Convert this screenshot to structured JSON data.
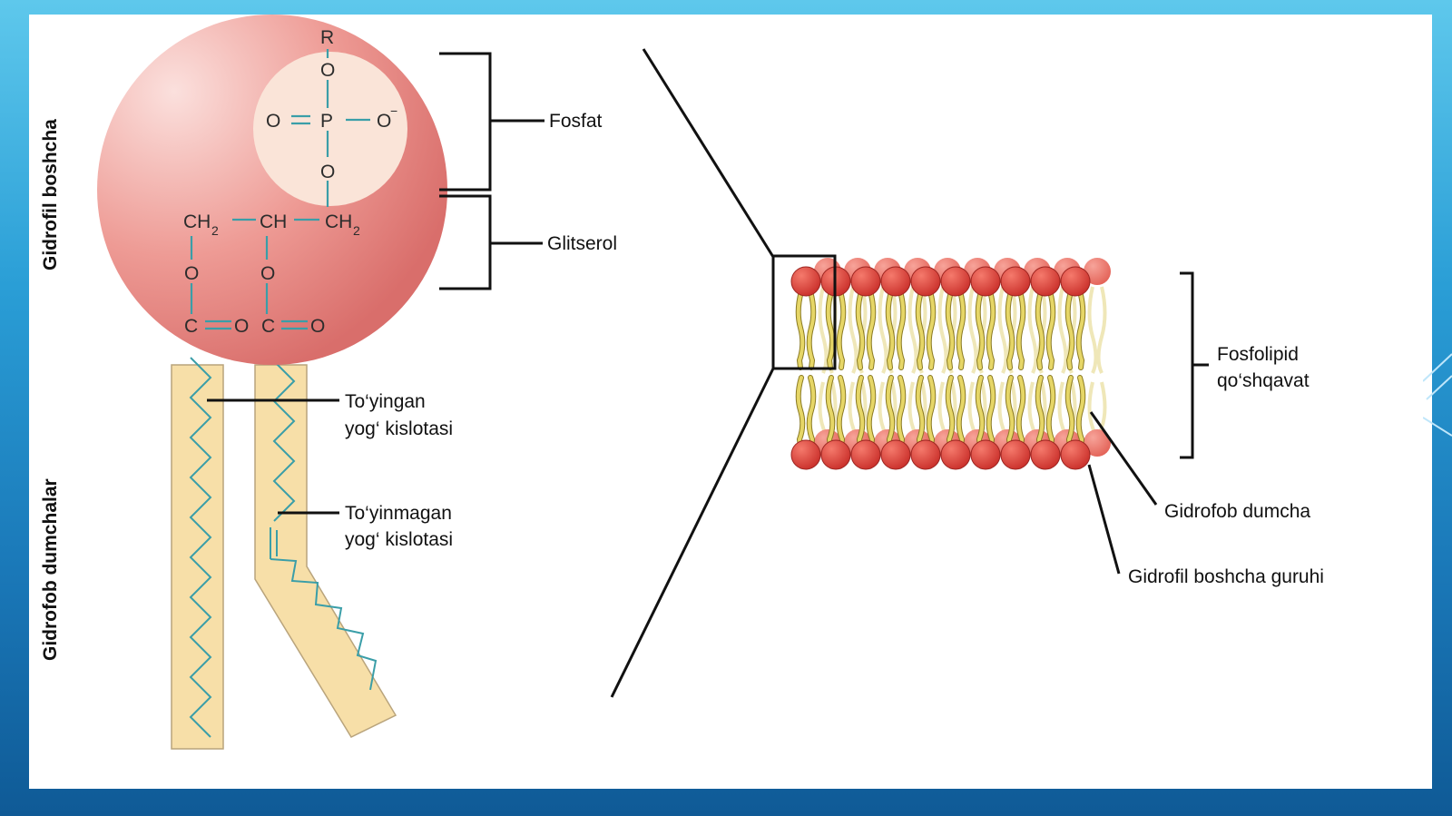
{
  "side_labels": {
    "hydrophilic_head": "Gidrofil boshcha",
    "hydrophobic_tails": "Gidrofob dumchalar"
  },
  "molecule": {
    "r": "R",
    "o_top": "O",
    "o_left": "O",
    "p": "P",
    "o_right": "O",
    "minus": "−",
    "o_bottom": "O",
    "ch2_left": "CH",
    "ch2_left_sub": "2",
    "ch": "CH",
    "ch2_right": "CH",
    "ch2_right_sub": "2",
    "o_ester_1": "O",
    "o_ester_2": "O",
    "c1": "C",
    "o_carbonyl_1": "O",
    "c2": "C",
    "o_carbonyl_2": "O"
  },
  "labels": {
    "phosphate": "Fosfat",
    "glycerol": "Glitserol",
    "saturated_line1": "To‘yingan",
    "saturated_line2": "yog‘ kislotasi",
    "unsaturated_line1": "To‘yinmagan",
    "unsaturated_line2": "yog‘ kislotasi",
    "bilayer_line1": "Fosfolipid",
    "bilayer_line2": "qo‘shqavat",
    "hydrophobic_tail": "Gidrofob dumcha",
    "hydrophilic_head_group": "Gidrofil boshcha guruhi"
  },
  "colors": {
    "head_ball": "#e0463a",
    "tail": "#e6d667",
    "big_circle": "#ed9490",
    "phosphate_circle": "#fae4d8",
    "tail_box": "#f7dfa8",
    "bond": "#3a9ea8"
  }
}
